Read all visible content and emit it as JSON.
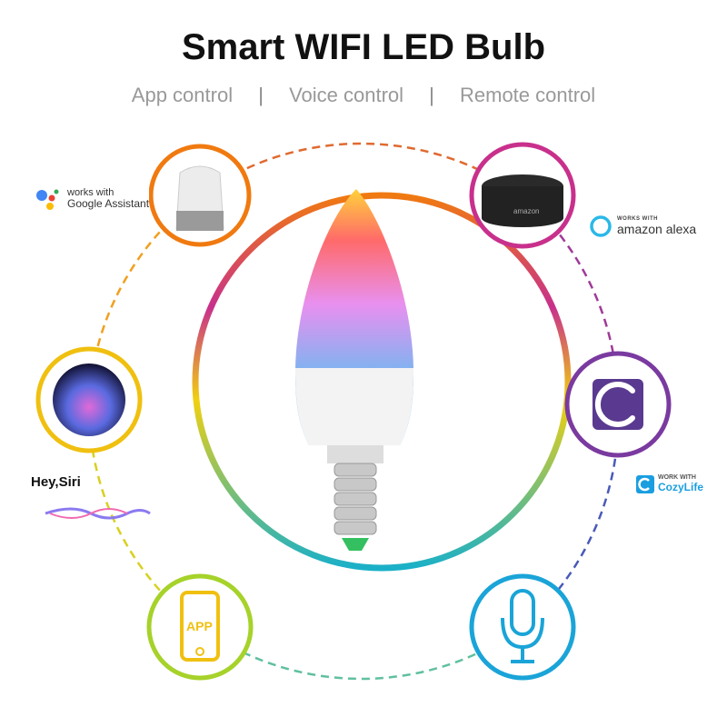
{
  "title": "Smart WIFI LED Bulb",
  "features": [
    "App control",
    "Voice control",
    "Remote control"
  ],
  "separator": "|",
  "badges": {
    "google": {
      "line1": "works with",
      "line2": "Google Assistant"
    },
    "alexa": {
      "line1": "WORKS WITH",
      "line2": "amazon alexa"
    },
    "cozylife": {
      "line1": "WORK WITH",
      "line2": "CozyLife"
    },
    "siri": {
      "label": "Hey,Siri"
    }
  },
  "devices": {
    "echo_label": "amazon",
    "app_label": "APP"
  },
  "colors": {
    "orange": "#f07a10",
    "magenta": "#c8308c",
    "purple": "#6a3a9a",
    "yellow": "#f0d010",
    "green": "#a6d22a",
    "cyan": "#1aa4d8"
  }
}
